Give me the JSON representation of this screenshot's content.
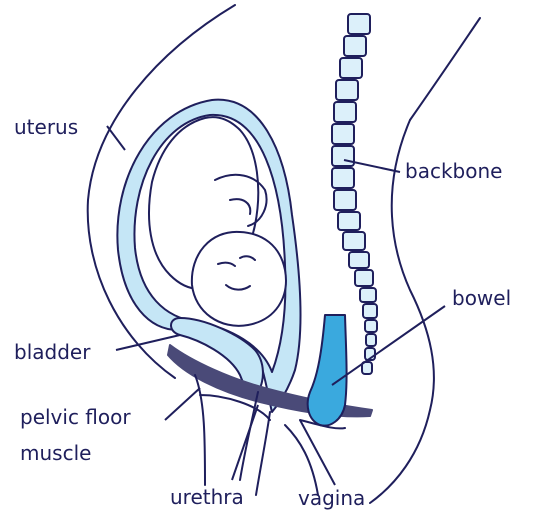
{
  "labels": {
    "uterus": "uterus",
    "backbone": "backbone",
    "bowel": "bowel",
    "bladder": "bladder",
    "pelvic_floor_line1": "pelvic floor",
    "pelvic_floor_line2": "muscle",
    "urethra": "urethra",
    "vagina": "vagina"
  },
  "colors": {
    "outline": "#1f1f5c",
    "fluid": "#c5e6f6",
    "vagina_fill": "#3aa9de",
    "muscle": "#4a4a78",
    "text": "#1f1f5c"
  }
}
